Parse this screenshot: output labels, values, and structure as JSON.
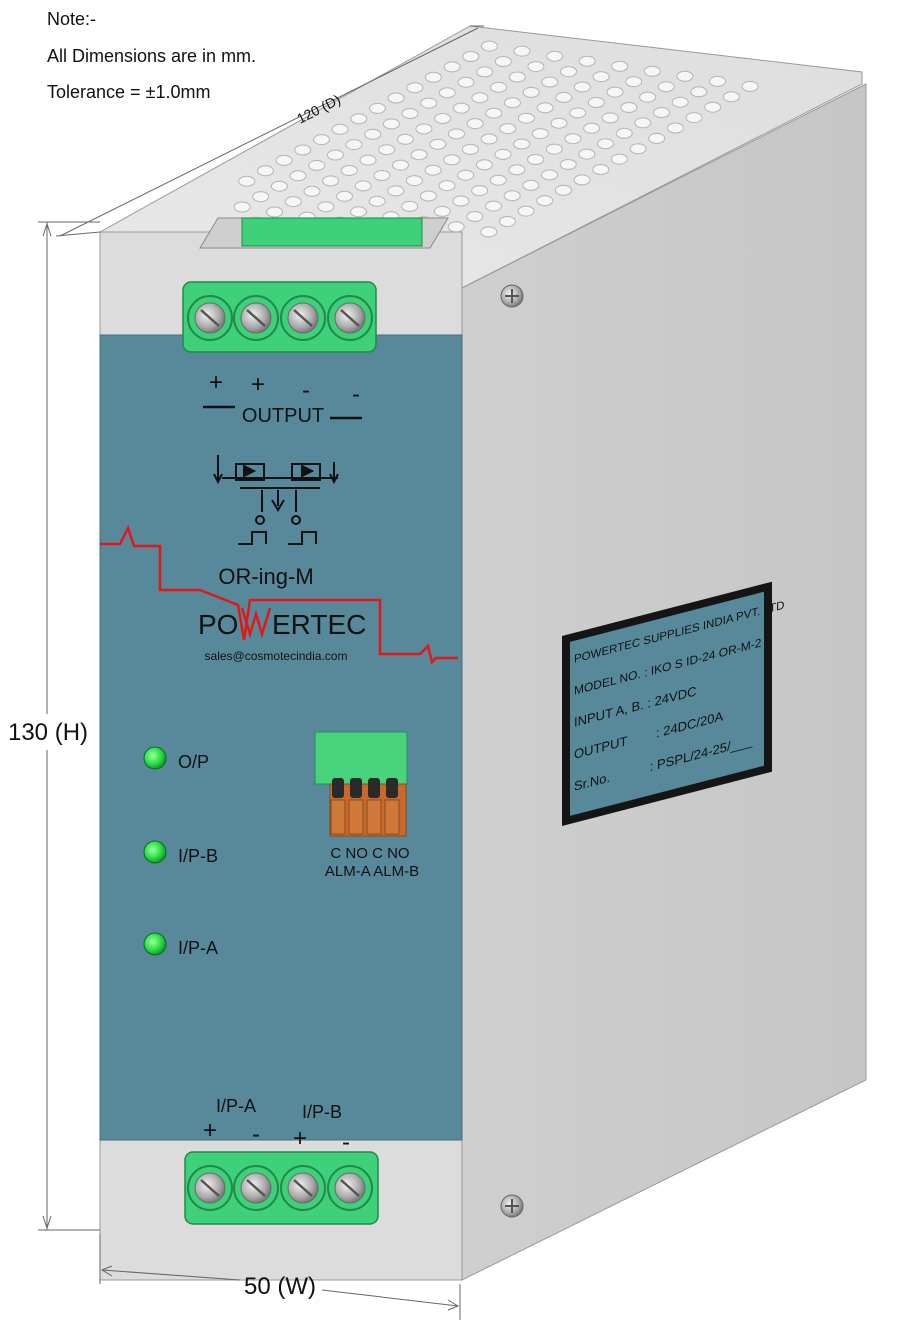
{
  "notes": {
    "line1": "Note:-",
    "line2": "All Dimensions are in mm.",
    "line3": "Tolerance = ±1.0mm"
  },
  "dimensions": {
    "depth": "120 (D)",
    "height": "130 (H)",
    "width": "50 (W)"
  },
  "front_panel": {
    "output_signs": [
      "+",
      "+",
      "-",
      "-"
    ],
    "output_label": "OUTPUT",
    "model_name": "OR-ing-M",
    "brand_left": "PO",
    "brand_right": "ERTEC",
    "email": "sales@cosmotecindia.com",
    "leds": [
      "O/P",
      "I/P-B",
      "I/P-A"
    ],
    "alarm_terminal_top": "C NO C NO",
    "alarm_terminal_bottom": "ALM-A ALM-B",
    "input_label_a": "I/P-A",
    "input_label_b": "I/P-B",
    "input_signs": [
      "+",
      "-",
      "+",
      "-"
    ]
  },
  "side_label": {
    "line1": "POWERTEC SUPPLIES INDIA PVT. LTD",
    "line2": "MODEL NO. : IKO S ID-24 OR-M-2",
    "line3": "INPUT A, B. : 24VDC",
    "line4": "OUTPUT        : 24DC/20A",
    "line5": "Sr.No.           : PSPL/24-25/___"
  },
  "colors": {
    "panel_blue": "#58899a",
    "terminal_green": "#3fd07a",
    "led_green": "#2fe04a",
    "wave_red": "#e01818",
    "case_grey": "#dcdcdc",
    "label_black": "#151515"
  }
}
